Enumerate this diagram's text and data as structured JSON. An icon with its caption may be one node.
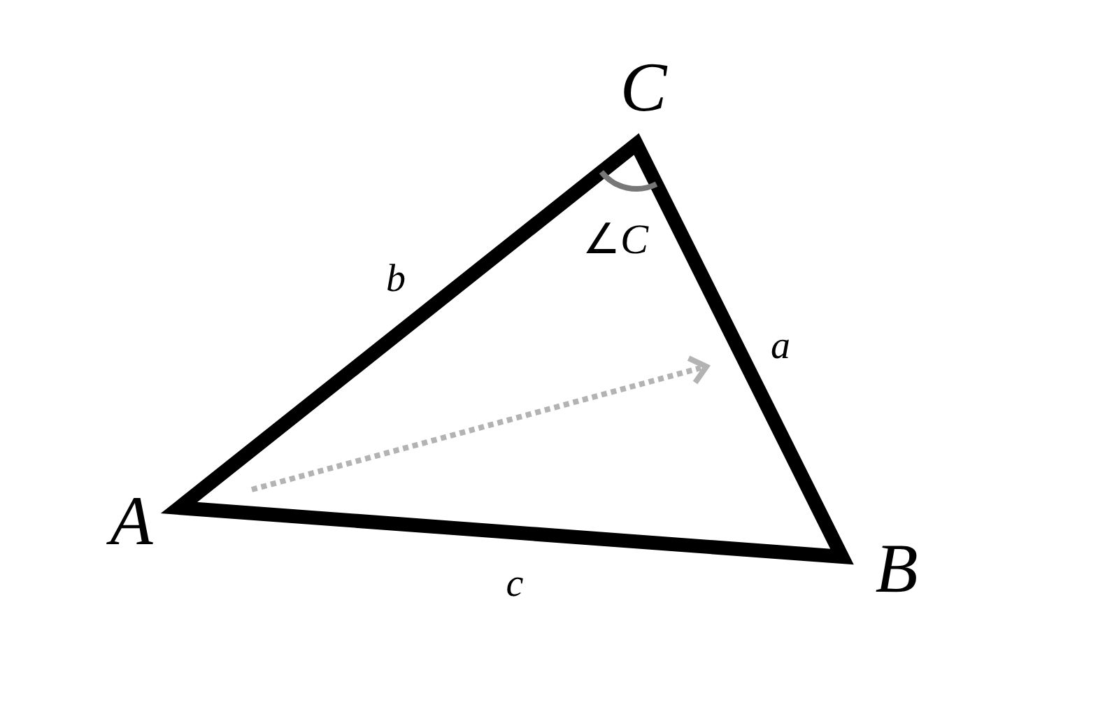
{
  "diagram": {
    "labels": [
      "C",
      "∠*C*",
      "b",
      "a",
      "A",
      "B",
      "c"
    ]
  }
}
